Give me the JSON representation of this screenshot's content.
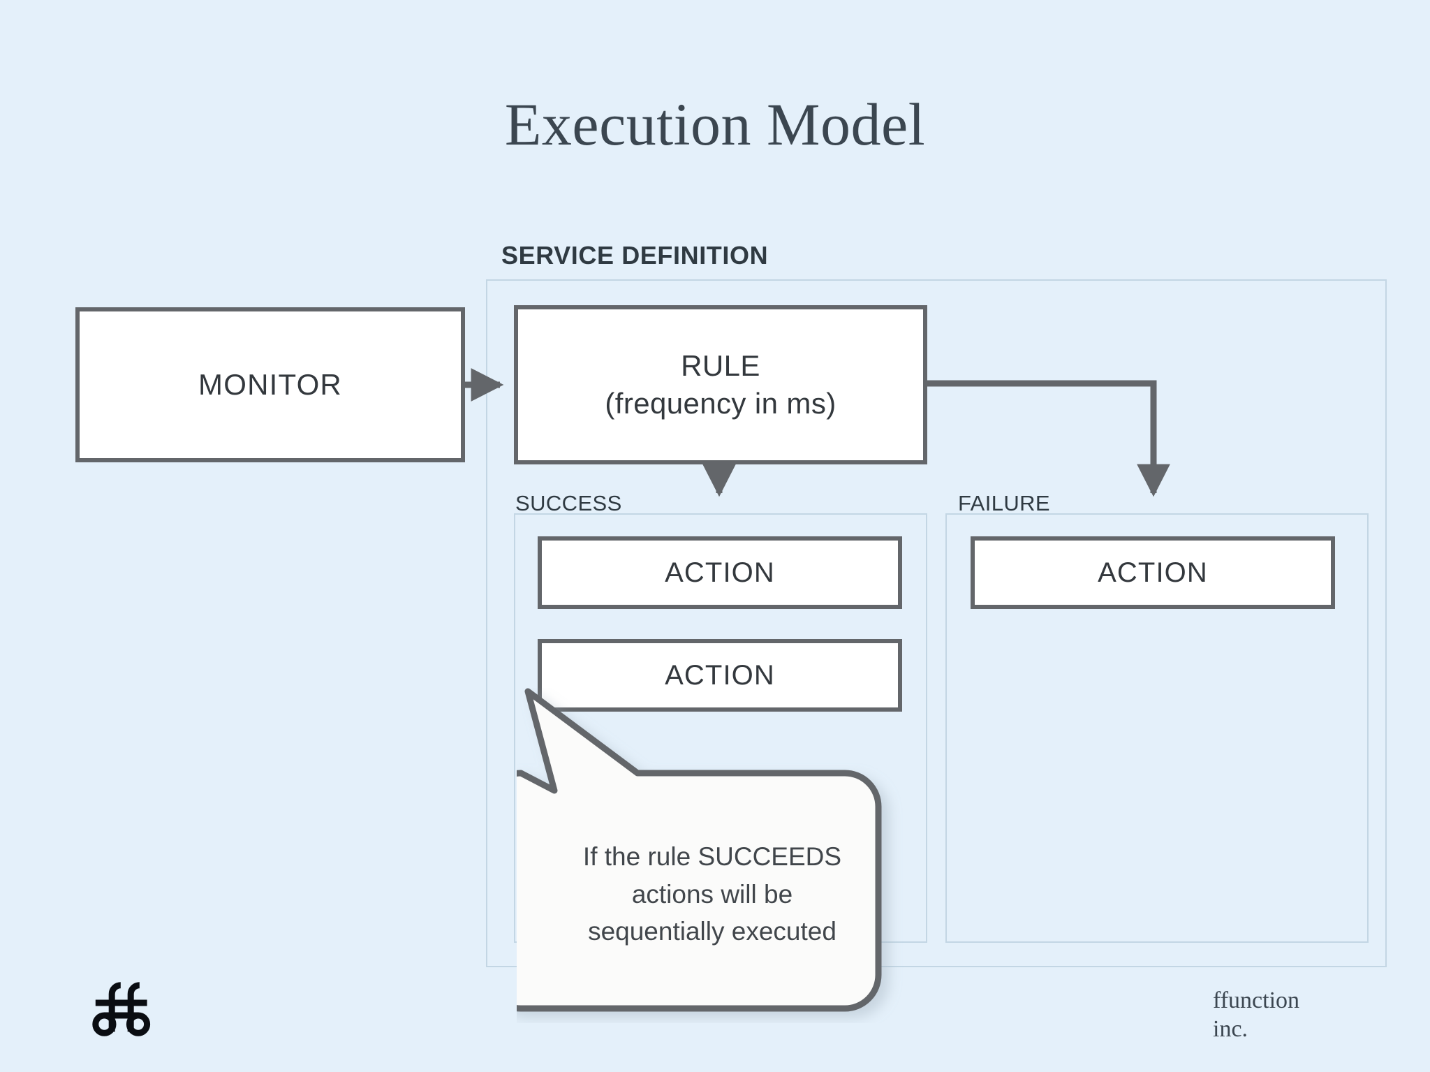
{
  "page": {
    "title": "Execution Model",
    "background_color": "#e4f0fa",
    "ink_color": "#63666a",
    "text_color": "#33383d"
  },
  "groups": {
    "service_definition": "SERVICE DEFINITION",
    "success": "SUCCESS",
    "failure": "FAILURE"
  },
  "nodes": {
    "monitor": "MONITOR",
    "rule_line1": "RULE",
    "rule_line2": "(frequency in ms)",
    "success_actions": [
      "ACTION",
      "ACTION"
    ],
    "failure_actions": [
      "ACTION"
    ]
  },
  "callout": {
    "line1": "If the rule SUCCEEDS",
    "line2": "actions will be",
    "line3": "sequentially executed"
  },
  "footer": {
    "logo_name": "ffunction-monogram",
    "credit_line1": "ffunction",
    "credit_line2": "inc."
  }
}
